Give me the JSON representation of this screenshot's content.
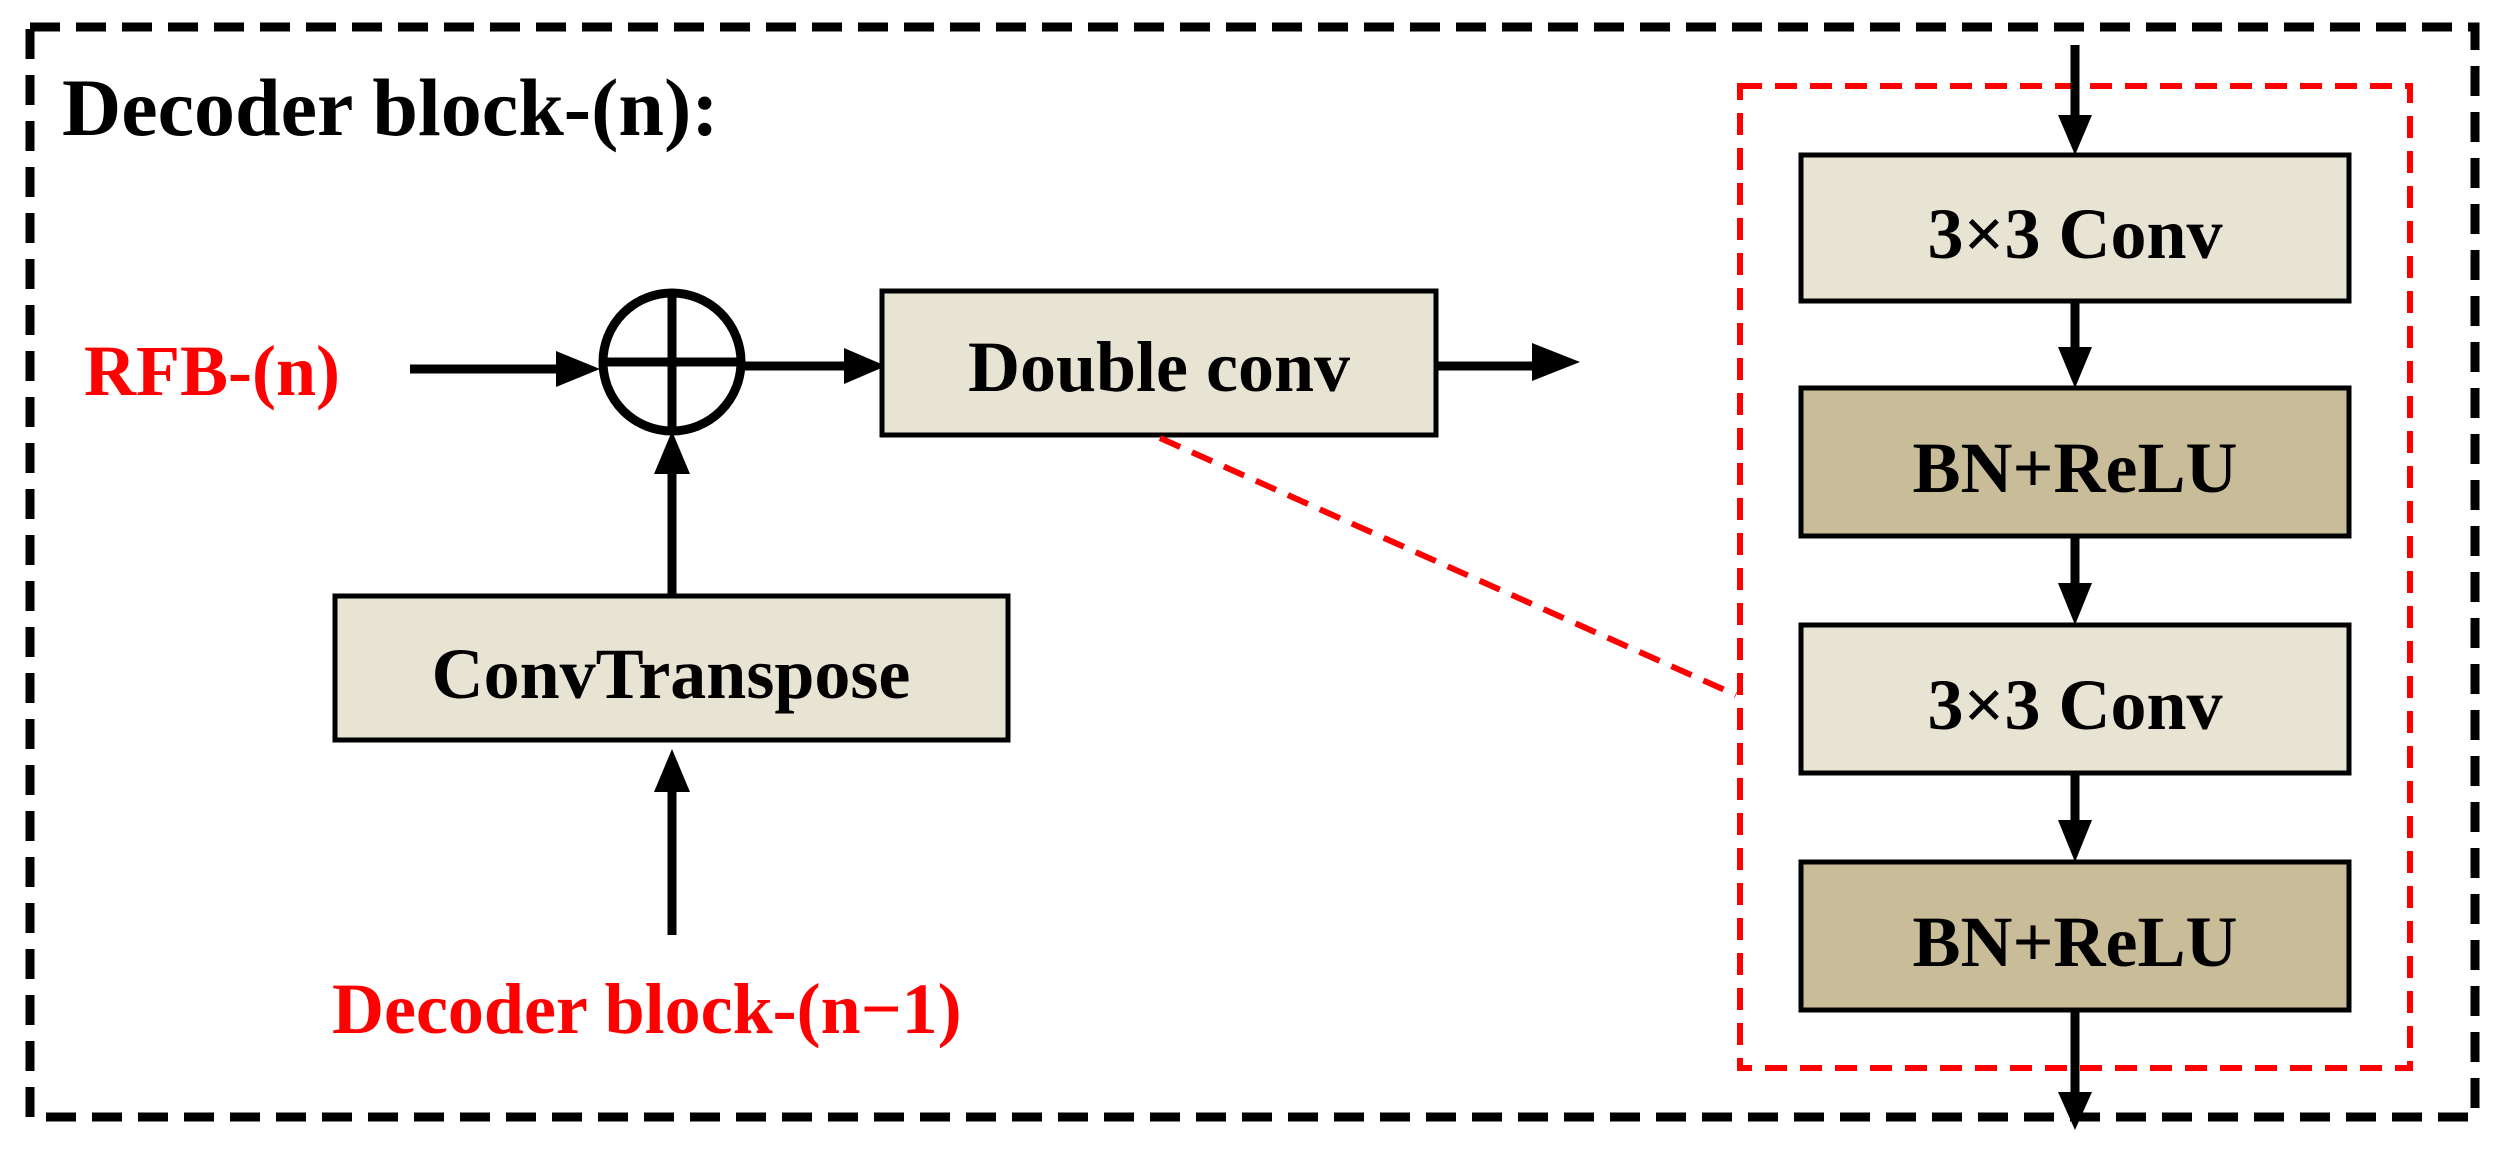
{
  "title": "Decoder block-(n):",
  "inputs": {
    "rfb": "RFB-(n)",
    "previous_decoder": "Decoder block-(n−1)"
  },
  "operator": {
    "symbol": "⊕"
  },
  "blocks": {
    "conv_transpose": "ConvTranspose",
    "double_conv": "Double conv"
  },
  "double_conv_detail": [
    {
      "label": "3×3 Conv",
      "kind": "conv"
    },
    {
      "label": "BN+ReLU",
      "kind": "bn"
    },
    {
      "label": "3×3 Conv",
      "kind": "conv"
    },
    {
      "label": "BN+ReLU",
      "kind": "bn"
    }
  ],
  "colors": {
    "outer_border": "#000000",
    "highlight": "#ff0000",
    "conv_fill": "#e8e4d4",
    "bn_fill": "#c8bd98",
    "block_fill": "#e8e4d4",
    "stroke": "#000000"
  }
}
